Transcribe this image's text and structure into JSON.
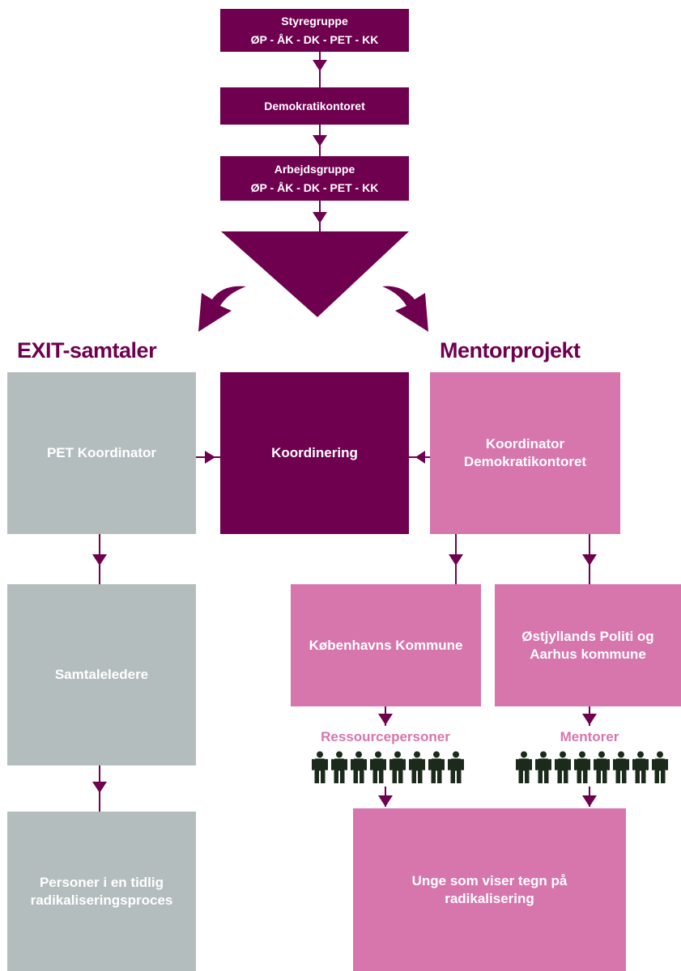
{
  "top_chain": {
    "styregruppe": {
      "title": "Styregruppe",
      "members": "ØP - ÅK - DK - PET - KK"
    },
    "demokratikontoret": {
      "title": "Demokratikontoret"
    },
    "arbejdsgruppe": {
      "title": "Arbejdsgruppe",
      "members": "ØP - ÅK - DK - PET - KK"
    }
  },
  "exit": {
    "heading": "EXIT-samtaler",
    "pet_koordinator": "PET Koordinator",
    "samtaleledere": "Samtaleledere",
    "personer": "Personer i en tidlig\nradikaliseringsproces"
  },
  "center": {
    "koordinering": "Koordinering"
  },
  "mentor": {
    "heading": "Mentorprojekt",
    "koordinator": "Koordinator\nDemokratikontoret",
    "kobenhavns_kommune": "Københavns Kommune",
    "ostjyllands": "Østjyllands Politi og\nAarhus kommune",
    "ressourcepersoner_label": "Ressourcepersoner",
    "mentorer_label": "Mentorer",
    "ressourcepersoner_count": 8,
    "mentorer_count": 8,
    "unge": "Unge som viser tegn på\nradikalisering"
  },
  "colors": {
    "plum": "#6f0050",
    "pink": "#d676ad",
    "grey": "#b4bdbd",
    "figure": "#1b2a1b"
  },
  "icons": {
    "person": "person-icon",
    "connector": "arrow-down-icon",
    "curved": "curved-arrow-icon",
    "funnel": "funnel-triangle-icon"
  }
}
